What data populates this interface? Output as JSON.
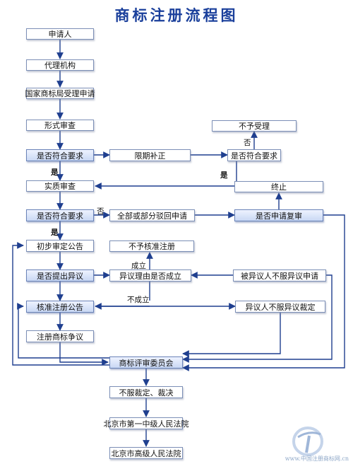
{
  "title": "商标注册流程图",
  "nodes": {
    "applicant": "申请人",
    "agency": "代理机构",
    "office": "国家商标局受理申请",
    "formal_review": "形式审查",
    "compliant_1": "是否符合要求",
    "correction": "限期补正",
    "compliant_2": "是否符合要求",
    "not_accepted": "不予受理",
    "substantive_review": "实质审查",
    "compliant_3": "是否符合要求",
    "rejection": "全部或部分驳回申请",
    "apply_review": "是否申请复审",
    "terminate": "终止",
    "prelim_approval": "初步审定公告",
    "not_approved": "不予核准注册",
    "objection": "是否提出异议",
    "objection_valid": "异议理由是否成立",
    "objected_disagree": "被异议人不服异议申请",
    "approval_notice": "核准注册公告",
    "objector_disagree": "异议人不服异议裁定",
    "dispute": "注册商标争议",
    "trab": "商标评审委员会",
    "disagree_ruling": "不服裁定、裁决",
    "court_1": "北京市第一中级人民法院",
    "court_high": "北京市高级人民法院"
  },
  "labels": {
    "no_1": "否",
    "yes_1": "是",
    "yes_2": "是",
    "no_2": "否",
    "yes_3": "是",
    "valid": "成立",
    "invalid": "不成立"
  },
  "watermark": {
    "text": "www.中国注册商标网.cn"
  },
  "colors": {
    "arrow": "#1f3f8f",
    "title": "#1a3f9b"
  }
}
